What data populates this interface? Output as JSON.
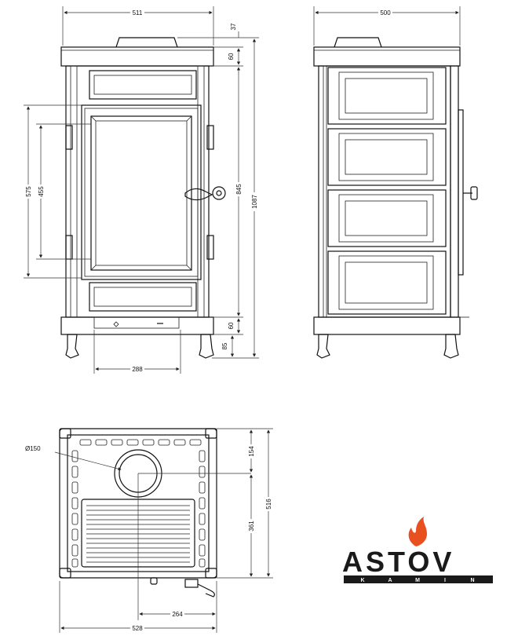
{
  "dimensions": {
    "front_width": "511",
    "side_width": "500",
    "top_cap": "37",
    "top_band": "60",
    "height_575": "575",
    "height_455": "455",
    "height_845": "845",
    "height_total": "1087",
    "base_band": "60",
    "leg_height": "85",
    "leg_span": "288",
    "flue_diameter": "Ø150",
    "flue_offset": "154",
    "depth_361": "361",
    "depth_total": "516",
    "flue_center": "264",
    "plan_width": "528"
  },
  "logo": {
    "name": "ASTOV",
    "sub": [
      "K",
      "A",
      "M",
      "I",
      "N"
    ],
    "flame_color": "#e8501f",
    "text_color": "#1a1a1a"
  }
}
